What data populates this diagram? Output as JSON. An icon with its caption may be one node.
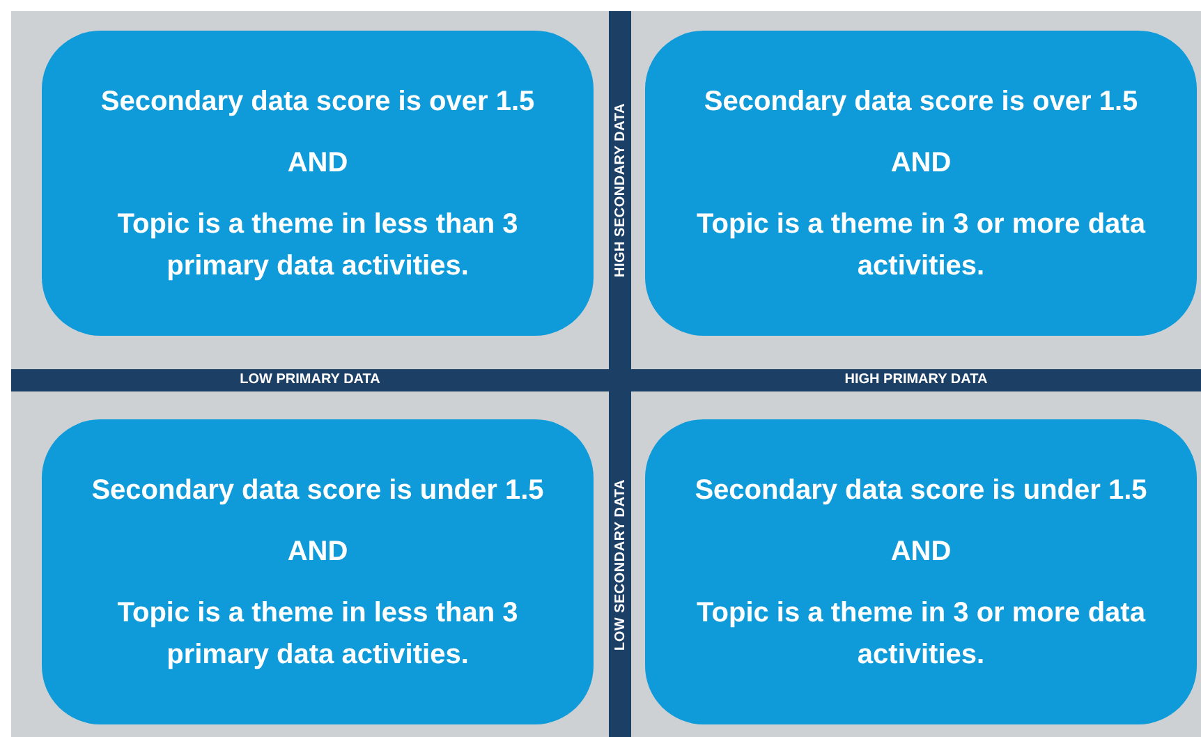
{
  "diagram": {
    "nodes": [
      {
        "text": [
          "Secondary data score is over 1.5",
          "AND",
          "Topic is a theme in less than 3 primary data activities."
        ]
      },
      {
        "text": [
          "Secondary data score is over 1.5",
          "AND",
          "Topic is a theme in 3 or more data activities."
        ]
      },
      {
        "text": [
          "Secondary data score is under 1.5",
          "AND",
          "Topic is a theme in less than 3 primary data activities."
        ]
      },
      {
        "text": [
          "Secondary data score is under 1.5",
          "AND",
          "Topic is a theme in 3 or more data activities."
        ]
      }
    ],
    "labels": [
      "HIGH SECONDARY DATA",
      "LOW PRIMARY DATA",
      "HIGH PRIMARY DATA",
      "LOW SECONDARY DATA"
    ]
  }
}
